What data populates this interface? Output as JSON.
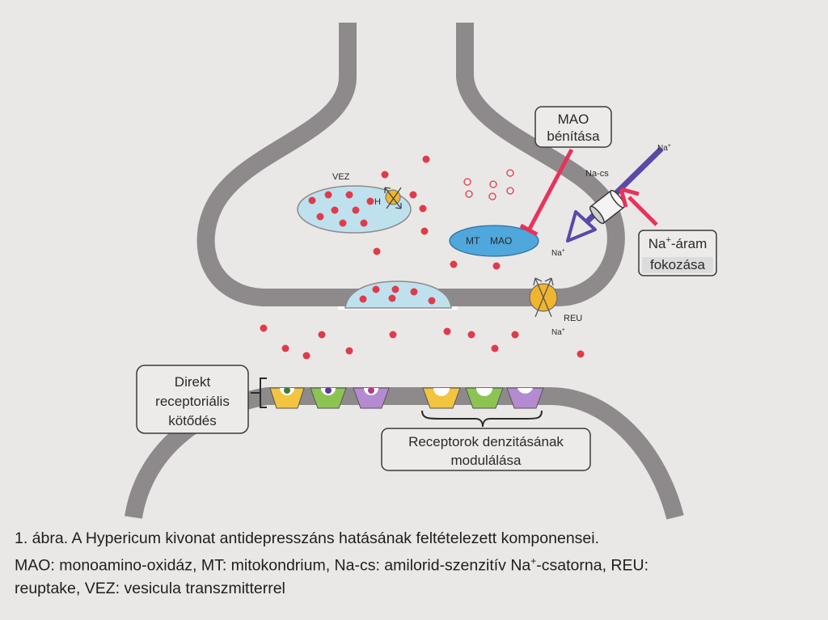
{
  "labels": {
    "vez": "VEZ",
    "h": "H",
    "mt": "MT",
    "mao_in_mito": "MAO",
    "na_cs": "Na-cs",
    "na_plus_top": "Na",
    "na_plus_mid": "Na",
    "na_plus_reu": "Na",
    "plus": "+",
    "reu": "REU"
  },
  "boxes": {
    "mao_benitasa": [
      "MAO",
      "bénítása"
    ],
    "na_aram_line1": "Na",
    "na_aram_sup": "+",
    "na_aram_line1_rest": "-áram",
    "na_aram_line2": "fokozása",
    "direkt": [
      "Direkt",
      "receptoriális",
      "kötődés"
    ],
    "receptorok": [
      "Receptorok denzitásának",
      "modulálása"
    ]
  },
  "caption": {
    "line1": "1. ábra. A Hypericum  kivonat antidepresszáns hatásának feltételezett komponensei.",
    "line2_pre": "MAO: monoamino-oxidáz, MT: mitokondrium, Na-cs: amilorid-szenzitív Na",
    "line2_sup": "+",
    "line2_post": "-csatorna, REU:",
    "line3": "reuptake, VEZ: vesicula transzmitterrel"
  },
  "colors": {
    "membrane": "#8e8a8b",
    "vesicle_fill": "#bfe1ee",
    "mito_fill": "#4fa7dc",
    "dot": "#e03b4b",
    "inhibit": "#e8325a",
    "channel_arrow": "#5a49a8",
    "transporter": "#f0b42e",
    "receptor_yellow": "#f2c440",
    "receptor_green": "#8cc453",
    "receptor_purple": "#b48ad0"
  }
}
